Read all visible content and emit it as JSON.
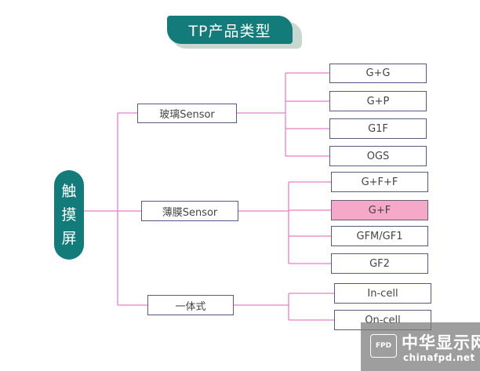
{
  "title": "TP产品类型",
  "root": {
    "chars": [
      "触",
      "摸",
      "屏"
    ]
  },
  "categories": [
    {
      "label": "玻璃Sensor",
      "children": [
        "G+G",
        "G+P",
        "G1F",
        "OGS"
      ]
    },
    {
      "label": "薄膜Sensor",
      "children": [
        "G+F+F",
        "G+F",
        "GFM/GF1",
        "GF2"
      ],
      "highlighted": "G+F"
    },
    {
      "label": "一体式",
      "children": [
        "In-cell",
        "On-cell"
      ]
    }
  ],
  "colors": {
    "accent": "#137b7a",
    "connector": "#e87ec4",
    "highlight": "#f6a8c8",
    "box_border": "#555a80"
  },
  "watermark": {
    "badge": "FPD",
    "name": "中华显示网",
    "url": "chinafpd.net"
  }
}
